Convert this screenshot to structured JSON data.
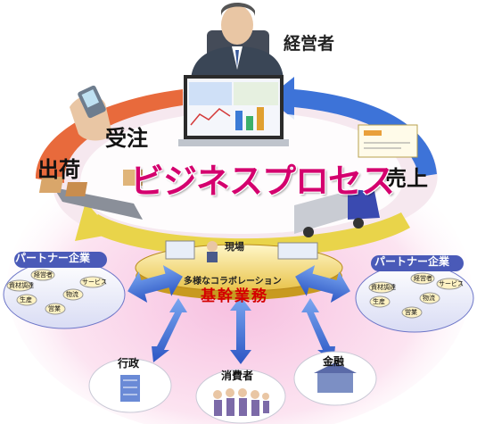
{
  "executive": {
    "label": "経営者"
  },
  "cycle": {
    "order": "受注",
    "ship": "出荷",
    "sales": "売上"
  },
  "title": "ビジネスプロセス",
  "center": {
    "site": "現場",
    "sub": "多様なコラボレーション",
    "main": "基幹業務"
  },
  "partner_left": {
    "title": "パートナー企業",
    "items": [
      "経営者",
      "資材調達",
      "サービス",
      "物流",
      "生産",
      "営業"
    ]
  },
  "partner_right": {
    "title": "パートナー企業",
    "items": [
      "経営者",
      "資材調達",
      "サービス",
      "物流",
      "生産",
      "営業"
    ]
  },
  "stakeholders": {
    "government": "行政",
    "consumer": "消費者",
    "finance": "金融"
  },
  "colors": {
    "title": "#d4006e",
    "core": "#d40000",
    "partner_title_bg": "#4a5ab8",
    "arrow": "#3b6fd6"
  }
}
